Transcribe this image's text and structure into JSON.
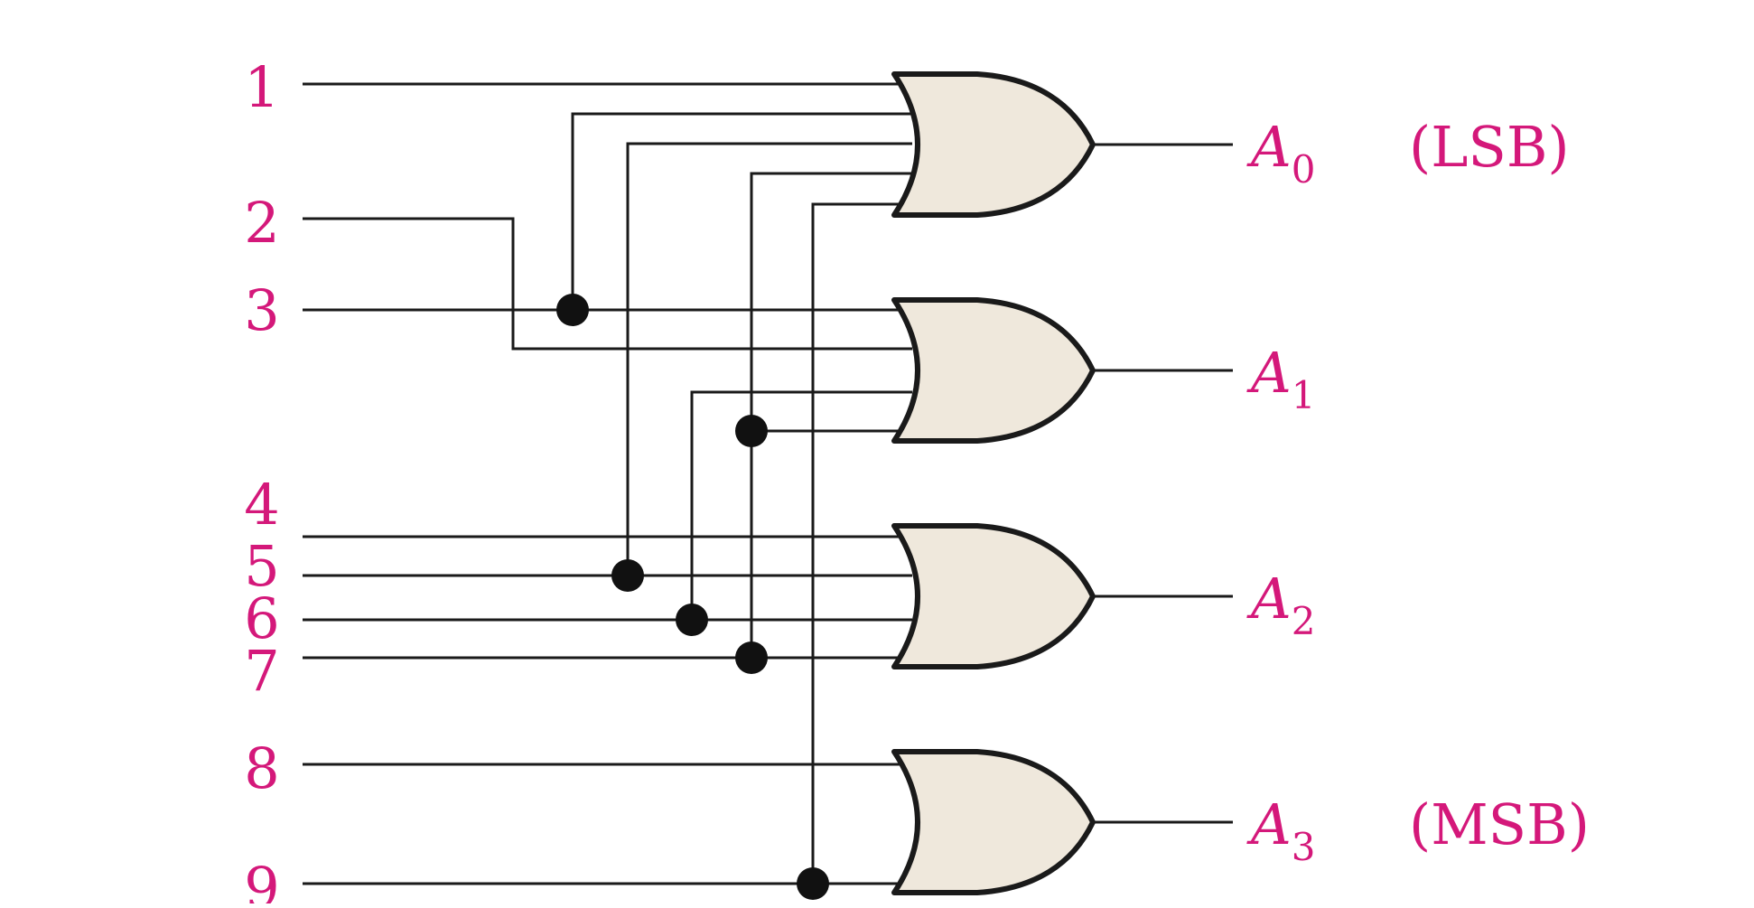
{
  "inputs": [
    "1",
    "2",
    "3",
    "4",
    "5",
    "6",
    "7",
    "8",
    "9"
  ],
  "outputs": [
    {
      "letter": "A",
      "sub": "0",
      "tag": "(LSB)"
    },
    {
      "letter": "A",
      "sub": "1",
      "tag": ""
    },
    {
      "letter": "A",
      "sub": "2",
      "tag": ""
    },
    {
      "letter": "A",
      "sub": "3",
      "tag": "(MSB)"
    }
  ],
  "gate_type": "OR",
  "colors": {
    "label": "#d4187a",
    "gate_fill": "#efe8dc",
    "wire": "#1a1a1a"
  }
}
